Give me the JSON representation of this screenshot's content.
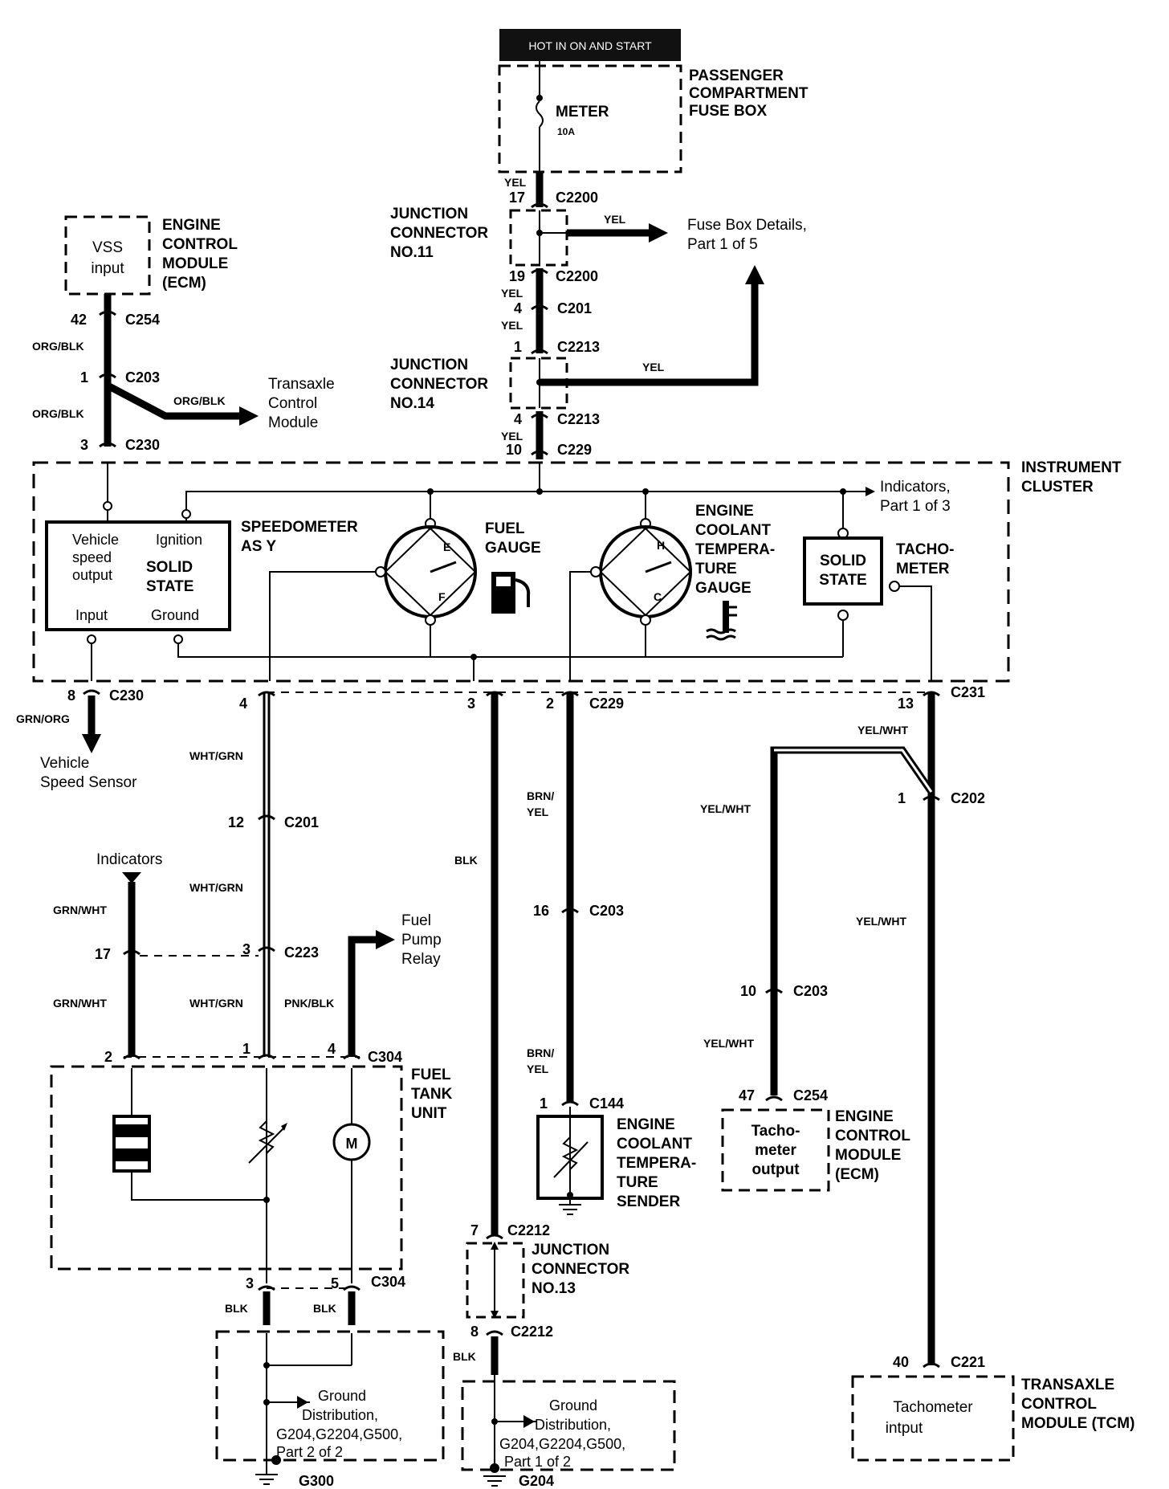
{
  "header": {
    "hot_label": "HOT IN ON AND START"
  },
  "fuse_box": {
    "title": [
      "PASSENGER",
      "COMPARTMENT",
      "FUSE BOX"
    ],
    "fuse_name": "METER",
    "fuse_rating": "10A"
  },
  "junction_11": {
    "title": [
      "JUNCTION",
      "CONNECTOR",
      "NO.11"
    ]
  },
  "junction_14": {
    "title": [
      "JUNCTION",
      "CONNECTOR",
      "NO.14"
    ]
  },
  "junction_13": {
    "title": [
      "JUNCTION",
      "CONNECTOR",
      "NO.13"
    ]
  },
  "fuse_details": [
    "Fuse Box Details,",
    "Part 1 of 5"
  ],
  "ecm_top": {
    "box": [
      "VSS",
      "input"
    ],
    "title": [
      "ENGINE",
      "CONTROL",
      "MODULE",
      "(ECM)"
    ]
  },
  "transaxle_ctrl": [
    "Transaxle",
    "Control",
    "Module"
  ],
  "cluster": {
    "title": [
      "INSTRUMENT",
      "CLUSTER"
    ],
    "indicators_ref": [
      "Indicators,",
      "Part 1 of 3"
    ],
    "solid_state_1": {
      "vso": [
        "Vehicle",
        "speed",
        "output"
      ],
      "ignition": "Ignition",
      "solid": [
        "SOLID",
        "STATE"
      ],
      "input": "Input",
      "ground": "Ground"
    },
    "speedometer": [
      "SPEEDOMETER",
      "AS           Y"
    ],
    "fuel_gauge": [
      "FUEL",
      "GAUGE"
    ],
    "coolant_gauge": [
      "ENGINE",
      "COOLANT",
      "TEMPERA-",
      "TURE",
      "GAUGE"
    ],
    "solid_state_2": [
      "SOLID",
      "STATE"
    ],
    "tachometer": [
      "TACHO-",
      "METER"
    ]
  },
  "vss": [
    "Vehicle",
    "Speed Sensor"
  ],
  "indicators_label": "Indicators",
  "fuel_pump_relay": [
    "Fuel",
    "Pump",
    "Relay"
  ],
  "fuel_tank_unit": [
    "FUEL",
    "TANK",
    "UNIT"
  ],
  "motor_label": "M",
  "coolant_sender": [
    "ENGINE",
    "COOLANT",
    "TEMPERA-",
    "TURE",
    "SENDER"
  ],
  "ecm_bottom": {
    "box": [
      "Tacho-",
      "meter",
      "output"
    ],
    "title": [
      "ENGINE",
      "CONTROL",
      "MODULE",
      "(ECM)"
    ]
  },
  "tcm": {
    "box": [
      "Tachometer",
      "intput"
    ],
    "title": [
      "TRANSAXLE",
      "CONTROL",
      "MODULE (TCM)"
    ]
  },
  "ground_left": [
    "Ground",
    "Distribution,",
    "G204,G2204,G500,",
    "Part 2 of 2"
  ],
  "ground_right": [
    "Ground",
    "Distribution,",
    "G204,G2204,G500,",
    "Part 1 of 2"
  ],
  "ground_ids": {
    "left": "G300",
    "right": "G204"
  },
  "gauge_letters": {
    "e": "E",
    "f": "F",
    "h": "H",
    "c": "C"
  },
  "connectors": {
    "c2200a": {
      "pin": "17",
      "name": "C2200"
    },
    "c2200b": {
      "pin": "19",
      "name": "C2200"
    },
    "c201a": {
      "pin": "4",
      "name": "C201"
    },
    "c2213a": {
      "pin": "1",
      "name": "C2213"
    },
    "c2213b": {
      "pin": "4",
      "name": "C2213"
    },
    "c229a": {
      "pin": "10",
      "name": "C229"
    },
    "c254a": {
      "pin": "42",
      "name": "C254"
    },
    "c203a": {
      "pin": "1",
      "name": "C203"
    },
    "c230a": {
      "pin": "3",
      "name": "C230"
    },
    "c230b": {
      "pin": "8",
      "name": "C230"
    },
    "c229b": {
      "pin": "2",
      "name": "C229"
    },
    "c231": {
      "pin": "13",
      "name": "C231"
    },
    "c201b": {
      "pin": "12",
      "name": "C201"
    },
    "c202": {
      "pin": "1",
      "name": "C202"
    },
    "c203b": {
      "pin": "16",
      "name": "C203"
    },
    "c223a": {
      "pin": "17",
      "name": ""
    },
    "c223b": {
      "pin": "3",
      "name": "C223"
    },
    "c203c": {
      "pin": "10",
      "name": "C203"
    },
    "c304a": {
      "pin": "2",
      "name": ""
    },
    "c304b": {
      "pin": "1",
      "name": ""
    },
    "c304c": {
      "pin": "4",
      "name": "C304"
    },
    "c144": {
      "pin": "1",
      "name": "C144"
    },
    "c254b": {
      "pin": "47",
      "name": "C254"
    },
    "c304d": {
      "pin": "3",
      "name": ""
    },
    "c304e": {
      "pin": "5",
      "name": "C304"
    },
    "c2212a": {
      "pin": "7",
      "name": "C2212"
    },
    "c2212b": {
      "pin": "8",
      "name": "C2212"
    },
    "c221": {
      "pin": "40",
      "name": "C221"
    },
    "pin3blk": {
      "pin": "3",
      "name": ""
    },
    "pin4wg": {
      "pin": "4",
      "name": ""
    }
  },
  "wires": {
    "yel": "YEL",
    "org_blk": "ORG/BLK",
    "grn_org": "GRN/ORG",
    "wht_grn": "WHT/GRN",
    "blk": "BLK",
    "brn_yel": [
      "BRN/",
      "YEL"
    ],
    "yel_wht": "YEL/WHT",
    "grn_wht": "GRN/WHT",
    "pnk_blk": "PNK/BLK"
  }
}
